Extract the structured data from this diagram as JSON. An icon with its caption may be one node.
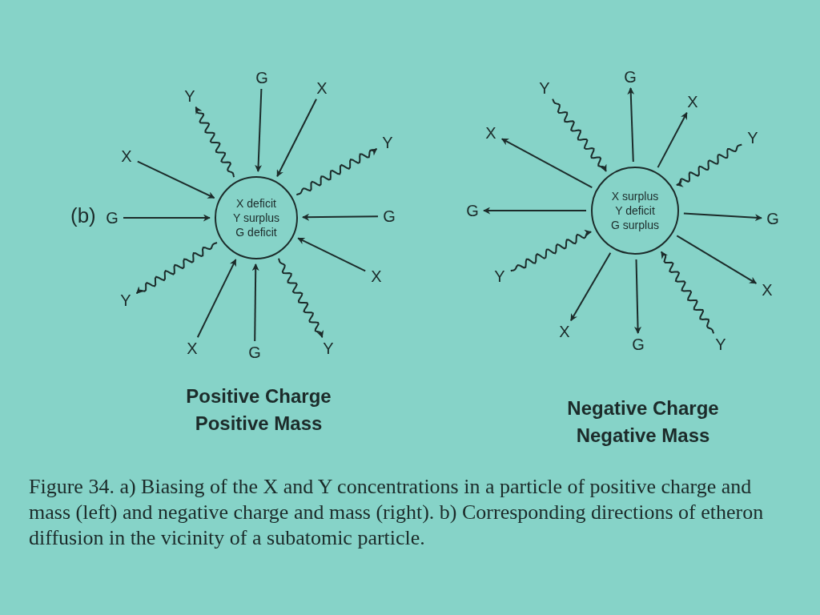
{
  "diagram": {
    "caption": "Figure 34. a) Biasing of the X and Y concentrations in a particle of positive charge and mass (left) and negative charge and mass (right). b) Corresponding directions of etheron diffusion in the vicinity of a subatomic particle.",
    "nodes": [
      {
        "text": [
          "X deficit",
          "Y surplus",
          "G deficit"
        ]
      },
      {
        "text": [
          "Y"
        ]
      },
      {
        "text": [
          "G"
        ]
      },
      {
        "text": [
          "X"
        ]
      },
      {
        "text": [
          "Y"
        ]
      },
      {
        "text": [
          "G"
        ]
      },
      {
        "text": [
          "X"
        ]
      },
      {
        "text": [
          "Y"
        ]
      },
      {
        "text": [
          "G"
        ]
      },
      {
        "text": [
          "X"
        ]
      },
      {
        "text": [
          "Y"
        ]
      },
      {
        "text": [
          "G"
        ]
      },
      {
        "text": [
          "X"
        ]
      },
      {
        "text": [
          "X surplus",
          "Y deficit",
          "G surplus"
        ]
      },
      {
        "text": [
          "Y"
        ]
      },
      {
        "text": [
          "G"
        ]
      },
      {
        "text": [
          "X"
        ]
      },
      {
        "text": [
          "Y"
        ]
      },
      {
        "text": [
          "G"
        ]
      },
      {
        "text": [
          "X"
        ]
      },
      {
        "text": [
          "Y"
        ]
      },
      {
        "text": [
          "G"
        ]
      },
      {
        "text": [
          "X"
        ]
      },
      {
        "text": [
          "Y"
        ]
      },
      {
        "text": [
          "G"
        ]
      },
      {
        "text": [
          "X"
        ]
      }
    ],
    "edges": [
      {
        "from": 0,
        "to": 1,
        "arrow": "to"
      },
      {
        "from": 2,
        "to": 0,
        "arrow": "to"
      },
      {
        "from": 3,
        "to": 0,
        "arrow": "to"
      },
      {
        "from": 0,
        "to": 4,
        "arrow": "to"
      },
      {
        "from": 5,
        "to": 0,
        "arrow": "to"
      },
      {
        "from": 6,
        "to": 0,
        "arrow": "to"
      },
      {
        "from": 0,
        "to": 7,
        "arrow": "to"
      },
      {
        "from": 8,
        "to": 0,
        "arrow": "to"
      },
      {
        "from": 9,
        "to": 0,
        "arrow": "to"
      },
      {
        "from": 0,
        "to": 10,
        "arrow": "to"
      },
      {
        "from": 11,
        "to": 0,
        "arrow": "to"
      },
      {
        "from": 12,
        "to": 0,
        "arrow": "to"
      },
      {
        "from": 14,
        "to": 13,
        "arrow": "to"
      },
      {
        "from": 13,
        "to": 15,
        "arrow": "to"
      },
      {
        "from": 13,
        "to": 16,
        "arrow": "to"
      },
      {
        "from": 17,
        "to": 13,
        "arrow": "to"
      },
      {
        "from": 13,
        "to": 18,
        "arrow": "to"
      },
      {
        "from": 13,
        "to": 19,
        "arrow": "to"
      },
      {
        "from": 20,
        "to": 13,
        "arrow": "to"
      },
      {
        "from": 13,
        "to": 21,
        "arrow": "to"
      },
      {
        "from": 13,
        "to": 22,
        "arrow": "to"
      },
      {
        "from": 23,
        "to": 13,
        "arrow": "to"
      },
      {
        "from": 13,
        "to": 24,
        "arrow": "to"
      },
      {
        "from": 13,
        "to": 25,
        "arrow": "to"
      }
    ],
    "labels": [
      "(b)",
      "Positive Charge Positive Mass",
      "Negative Charge Negative Mass"
    ]
  }
}
